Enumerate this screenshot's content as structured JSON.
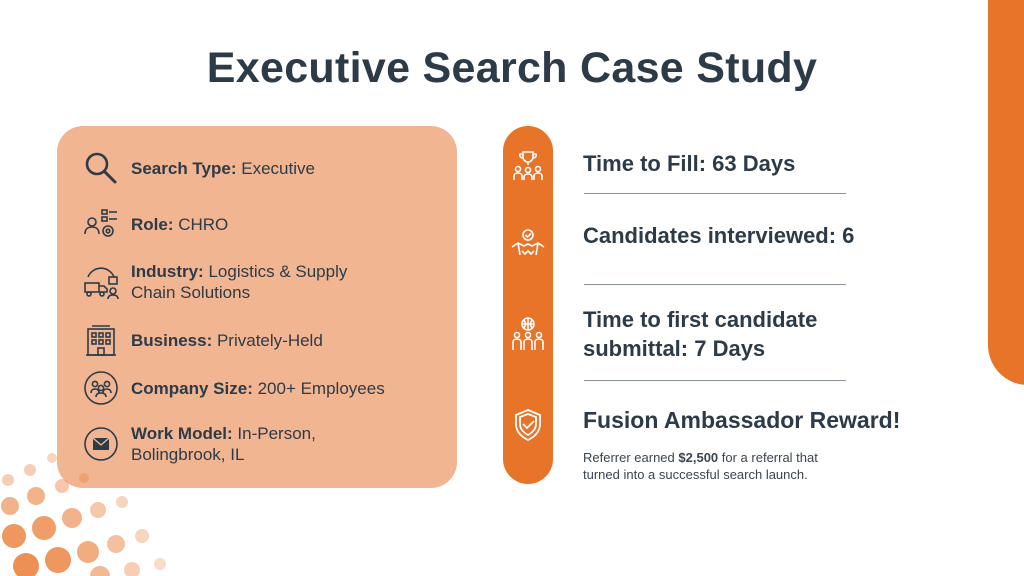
{
  "title": "Executive Search Case Study",
  "colors": {
    "accent": "#e8742a",
    "card": "#f2b591",
    "text": "#2d3b48"
  },
  "details": [
    {
      "icon": "magnifier-icon",
      "label": "Search Type:",
      "value": " Executive"
    },
    {
      "icon": "org-role-icon",
      "label": "Role:",
      "value": " CHRO"
    },
    {
      "icon": "logistics-icon",
      "label": "Industry:",
      "value": " Logistics & Supply",
      "value2": "Chain Solutions"
    },
    {
      "icon": "building-icon",
      "label": "Business:",
      "value": " Privately-Held"
    },
    {
      "icon": "team-icon",
      "label": "Company Size:",
      "value": " 200+ Employees"
    },
    {
      "icon": "envelope-icon",
      "label": "Work Model:",
      "value": " In-Person,",
      "value2": "Bolingbrook, IL"
    }
  ],
  "metrics": [
    {
      "icon": "trophy-team-icon",
      "text": "Time to Fill: 63 Days"
    },
    {
      "icon": "handshake-icon",
      "text": "Candidates interviewed: 6"
    },
    {
      "icon": "group-globe-icon",
      "text": "Time to first candidate",
      "text2": "submittal: 7 Days"
    },
    {
      "icon": "shield-check-icon",
      "text": "Fusion Ambassador Reward!"
    }
  ],
  "reward_note": {
    "pre": "Referrer earned ",
    "amount": "$2,500",
    "post": " for a referral that",
    "line2": "turned into a successful search launch."
  }
}
